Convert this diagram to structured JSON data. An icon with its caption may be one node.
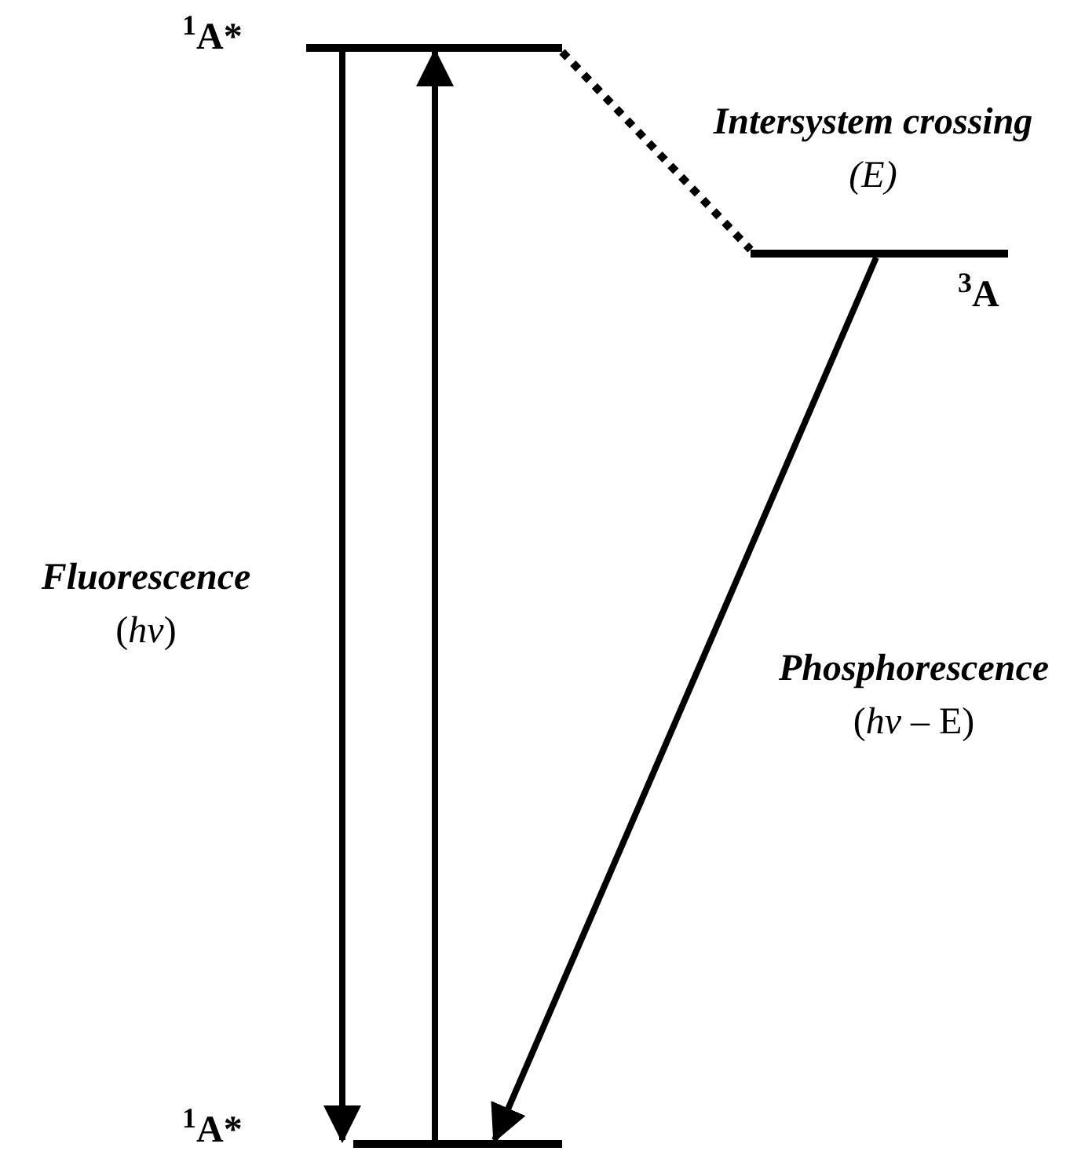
{
  "diagram": {
    "nodes": [
      {
        "text": [],
        "shape": "bar",
        "beside": [
          "$^{1}$A*"
        ]
      },
      {
        "text": [],
        "shape": "bar",
        "beside": [
          "$^{3}$A"
        ]
      },
      {
        "text": [],
        "shape": "bar",
        "beside": [
          "$^{1}$A*"
        ]
      }
    ],
    "edges": [
      {
        "from": 0,
        "to": 2,
        "arrow": "to"
      },
      {
        "from": 2,
        "to": 0,
        "arrow": "to"
      },
      {
        "from": 0,
        "to": 1,
        "arrow": "none",
        "style": "dashed"
      },
      {
        "from": 1,
        "to": 2,
        "arrow": "to"
      }
    ],
    "labels": [
      "Fluorescence",
      "(*hv*)",
      "Intersystem crossing",
      "(E)",
      "Phosphorescence",
      "(*hv* – E)"
    ]
  }
}
